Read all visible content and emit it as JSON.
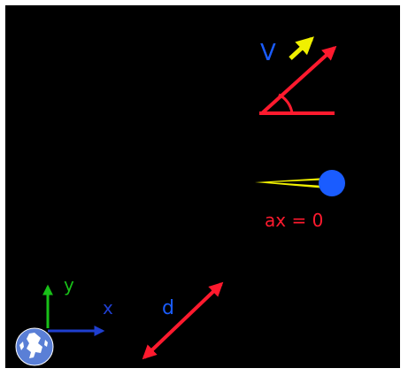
{
  "labels": {
    "velocity": "V",
    "acceleration_x": "ax = 0",
    "displacement": "d",
    "axis_x": "x",
    "axis_y": "y"
  },
  "colors": {
    "background": "#000000",
    "frame": "#ffffff",
    "red": "#ff1a2e",
    "yellow": "#f0f000",
    "blue": "#1a5cff",
    "green": "#18c018",
    "axis_blue": "#1f3fd0",
    "earth": "#5a7fd6"
  },
  "icons": {
    "ball": "blue-ball-icon",
    "earth": "earth-globe-icon"
  }
}
